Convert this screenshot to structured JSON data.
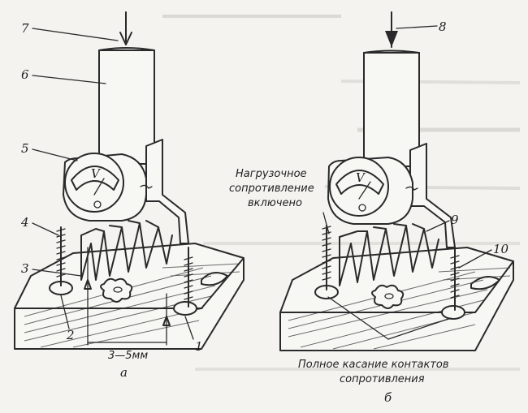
{
  "labels": {
    "n1": "1",
    "n2": "2",
    "n3": "3",
    "n4": "4",
    "n5": "5",
    "n6": "6",
    "n7": "7",
    "n8": "8",
    "n9": "9",
    "n10": "10"
  },
  "dimension": "3—5мм",
  "panel_a": "а",
  "panel_b": "б",
  "load_resistance": [
    "Нагрузочное",
    "сопротивление",
    "включено"
  ],
  "full_contact": [
    "Полное касание контактов",
    "сопротивления"
  ],
  "colors": {
    "ink": "#2a2a2a",
    "paper": "#f4f3f0"
  }
}
